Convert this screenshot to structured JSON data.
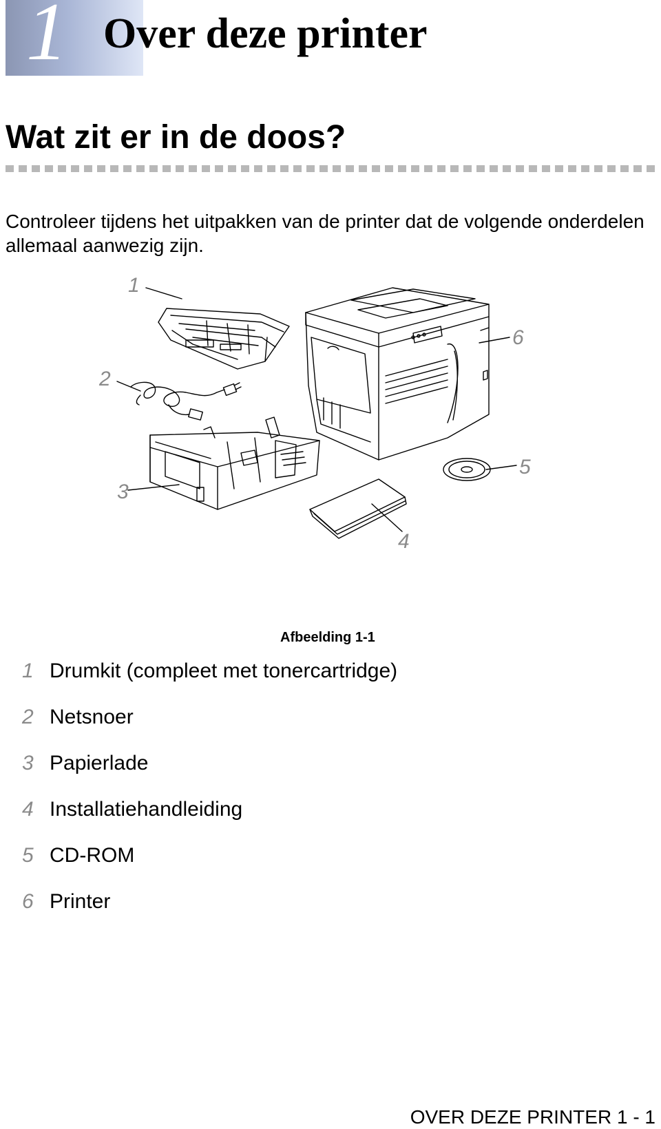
{
  "chapter": {
    "number": "1",
    "title": "Over deze printer"
  },
  "section": {
    "heading": "Wat zit er in de doos?",
    "intro": "Controleer tijdens het uitpakken van de printer dat de volgende onderdelen allemaal aanwezig zijn."
  },
  "figure": {
    "callouts": [
      "1",
      "2",
      "3",
      "4",
      "5",
      "6"
    ],
    "caption": "Afbeelding 1-1"
  },
  "parts": [
    {
      "num": "1",
      "label": "Drumkit (compleet met tonercartridge)"
    },
    {
      "num": "2",
      "label": "Netsnoer"
    },
    {
      "num": "3",
      "label": "Papierlade"
    },
    {
      "num": "4",
      "label": "Installatiehandleiding"
    },
    {
      "num": "5",
      "label": "CD-ROM"
    },
    {
      "num": "6",
      "label": "Printer"
    }
  ],
  "footer": {
    "text": "OVER DEZE PRINTER 1 - 1"
  }
}
